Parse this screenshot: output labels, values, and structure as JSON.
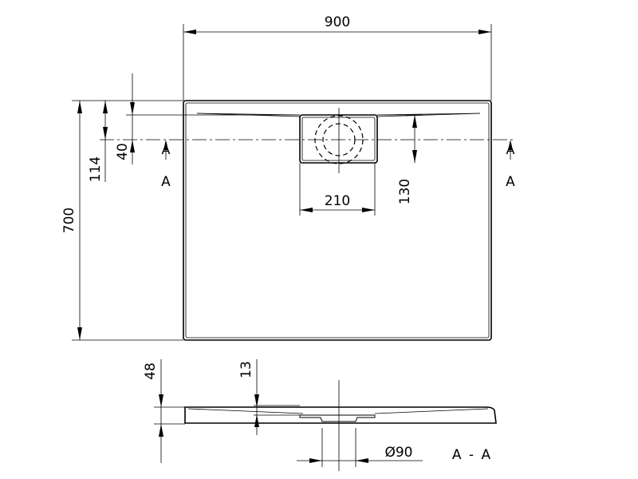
{
  "dimensions": {
    "width": "900",
    "depth": "700",
    "drain_offset": "114",
    "drain_offset_small": "40",
    "drain_cover_width": "210",
    "drain_cover_depth": "130",
    "height": "48",
    "slope_height": "13",
    "drain_diameter": "Ø90"
  },
  "section_marks": {
    "left_top": "A",
    "left_bottom": "A",
    "right_top": "A",
    "right_bottom": "A",
    "section_view": "A - A"
  }
}
